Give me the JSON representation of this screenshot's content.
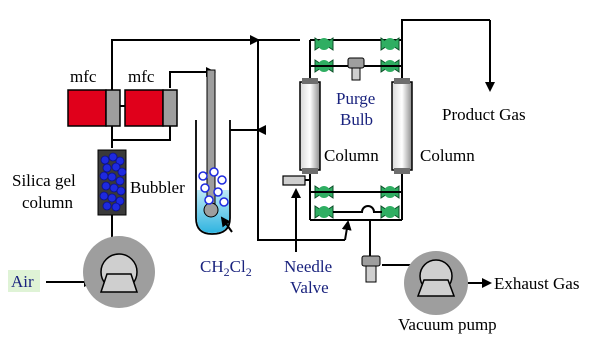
{
  "labels": {
    "mfc_left": "mfc",
    "mfc_right": "mfc",
    "silica_gel_line1": "Silica gel",
    "silica_gel_line2": "column",
    "air": "Air",
    "bubbler": "Bubbler",
    "ch2cl2_main": "CH",
    "ch2cl2_sub1": "2",
    "ch2cl2_mid": "Cl",
    "ch2cl2_sub2": "2",
    "needle_line1": "Needle",
    "needle_line2": "Valve",
    "purge_line1": "Purge",
    "purge_line2": "Bulb",
    "column_left": "Column",
    "column_right": "Column",
    "product_gas": "Product Gas",
    "exhaust_gas": "Exhaust Gas",
    "vacuum_pump": "Vacuum pump"
  },
  "colors": {
    "mfc_red": "#e0001b",
    "mfc_gray": "#9e9e9e",
    "pump_disc": "#9e9e9e",
    "pump_body": "#cfcfcf",
    "column_gray": "#a6a6a6",
    "valve_green": "#2fae62",
    "bead_blue": "#1e2adf",
    "liquid": "#3fc4ea",
    "air_bg": "#dff3d6",
    "label_blue": "#1a237e"
  }
}
